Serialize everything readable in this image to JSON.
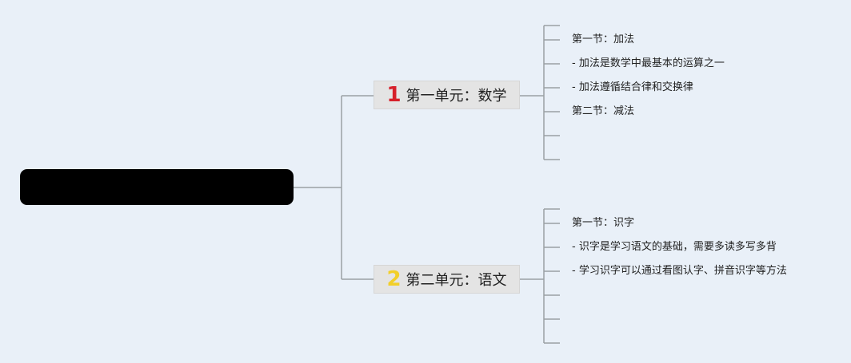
{
  "colors": {
    "background": "#e9f0f8",
    "connector": "#9aa0a4",
    "root_fill": "#000000",
    "badge_1": "#d6202a",
    "badge_2": "#f2cf2a"
  },
  "units": [
    {
      "badge": "1",
      "label": "第一单元：数学",
      "leaves": [
        "第一节：加法",
        "- 加法是数学中最基本的运算之一",
        "- 加法遵循结合律和交换律",
        "第二节：减法",
        "",
        ""
      ]
    },
    {
      "badge": "2",
      "label": "第二单元：语文",
      "leaves": [
        "第一节：识字",
        "- 识字是学习语文的基础，需要多读多写多背",
        "- 学习识字可以通过看图认字、拼音识字等方法",
        "",
        "",
        ""
      ]
    }
  ]
}
